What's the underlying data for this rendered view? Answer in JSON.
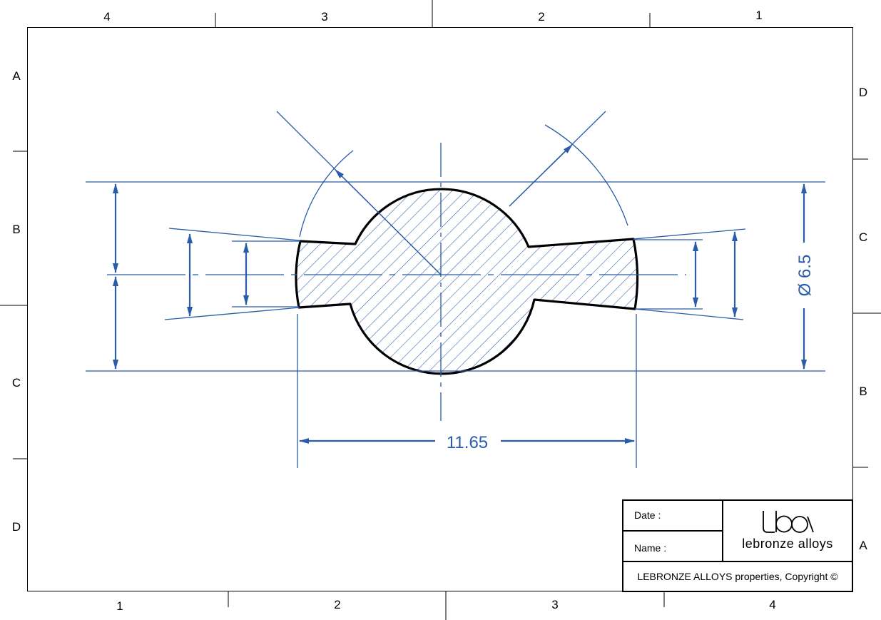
{
  "frame": {
    "top_columns": [
      "4",
      "3",
      "2",
      "1"
    ],
    "bottom_columns": [
      "1",
      "2",
      "3",
      "4"
    ],
    "left_rows": [
      "A",
      "B",
      "C",
      "D"
    ],
    "right_rows": [
      "D",
      "C",
      "B",
      "A"
    ]
  },
  "dimensions": {
    "width": "11.65",
    "diameter": "Ø 6.5"
  },
  "title_block": {
    "date_label": "Date :",
    "name_label": "Name :",
    "logo_text": "lba",
    "company": "lebronze alloys",
    "copyright": "LEBRONZE ALLOYS properties, Copyright ©"
  },
  "colors": {
    "dimension_blue": "#2a5ca8",
    "outline": "#000000"
  }
}
